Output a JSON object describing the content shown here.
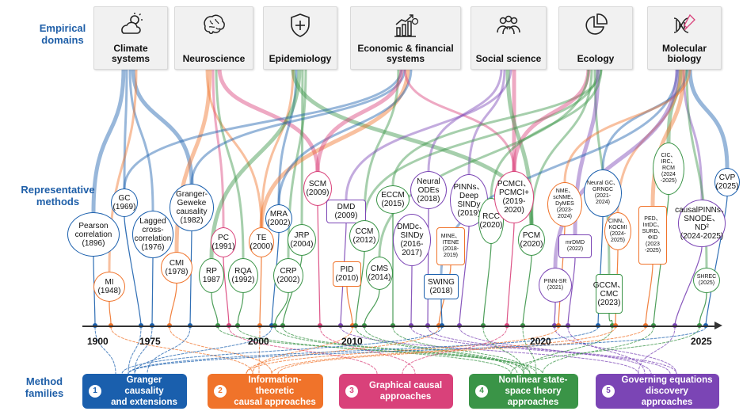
{
  "row_labels": {
    "domains": "Empirical\ndomains",
    "methods": "Representative\nmethods",
    "families": "Method\nfamilies"
  },
  "domains": [
    {
      "label": "Climate\nsystems",
      "icon": "cloud-sun-icon"
    },
    {
      "label": "Neuroscience",
      "icon": "brain-icon"
    },
    {
      "label": "Epidemiology",
      "icon": "shield-plus-icon"
    },
    {
      "label": "Economic & financial\nsystems",
      "icon": "bar-chart-growth-icon"
    },
    {
      "label": "Social science",
      "icon": "people-group-icon"
    },
    {
      "label": "Ecology",
      "icon": "pie-chart-icon"
    },
    {
      "label": "Molecular\nbiology",
      "icon": "dna-icon"
    }
  ],
  "timeline": {
    "ticks": [
      "1900",
      "1975",
      "2000",
      "2010",
      "2020",
      "2025"
    ]
  },
  "families": [
    {
      "num": "1",
      "label": "Granger causality\nand extensions",
      "color": "#1a5fad"
    },
    {
      "num": "2",
      "label": "Information-theoretic\ncausal approaches",
      "color": "#f0732a"
    },
    {
      "num": "3",
      "label": "Graphical causal\napproaches",
      "color": "#d9417a"
    },
    {
      "num": "4",
      "label": "Nonlinear state-\nspace theory\napproaches",
      "color": "#3a9447"
    },
    {
      "num": "5",
      "label": "Governing equations\ndiscovery approaches",
      "color": "#7b45b5"
    }
  ],
  "methods": [
    {
      "label": "Pearson\ncorrelation\n(1896)",
      "family": 1
    },
    {
      "label": "MI\n(1948)",
      "family": 2
    },
    {
      "label": "GC\n(1969)",
      "family": 1
    },
    {
      "label": "Lagged\ncross-\ncorrelation\n(1976)",
      "family": 1
    },
    {
      "label": "CMI\n(1978)",
      "family": 2
    },
    {
      "label": "Granger-\nGeweke\ncausality\n(1982)",
      "family": 1
    },
    {
      "label": "RP\n1987",
      "family": 4
    },
    {
      "label": "PC\n(1991)",
      "family": 3
    },
    {
      "label": "RQA\n(1992)",
      "family": 4
    },
    {
      "label": "TE\n(2000)",
      "family": 2
    },
    {
      "label": "MRA\n(2002)",
      "family": 1
    },
    {
      "label": "CRP\n(2002)",
      "family": 4
    },
    {
      "label": "JRP\n(2004)",
      "family": 4
    },
    {
      "label": "SCM\n(2009)",
      "family": 3
    },
    {
      "label": "DMD\n(2009)",
      "family": 5
    },
    {
      "label": "PID\n(2010)",
      "family": 2
    },
    {
      "label": "CCM\n(2012)",
      "family": 4
    },
    {
      "label": "CMS\n(2014)",
      "family": 4
    },
    {
      "label": "ECCM\n(2015)",
      "family": 4
    },
    {
      "label": "DMDc、\nSINDy\n(2016-\n2017)",
      "family": 5
    },
    {
      "label": "Neural\nODEs\n(2018)",
      "family": 5
    },
    {
      "label": "MINE、\nITENE\n(2018-\n2019)",
      "family": 2
    },
    {
      "label": "SWING\n(2018)",
      "family": 1
    },
    {
      "label": "PINNs、\nDeep\nSINDy\n(2019)",
      "family": 5
    },
    {
      "label": "RCC\n(2020)",
      "family": 4
    },
    {
      "label": "PCMCI、\nPCMCI+\n(2019-\n2020)",
      "family": 3
    },
    {
      "label": "PCM\n(2020)",
      "family": 4
    },
    {
      "label": "PINN-SR\n(2021)",
      "family": 5
    },
    {
      "label": "NME、\nscNME、\nDyMES\n(2023-\n2024)",
      "family": 2
    },
    {
      "label": "mrDMD\n(2022)",
      "family": 5
    },
    {
      "label": "Neural GC、\nGRNGC\n(2021-\n2024)",
      "family": 1
    },
    {
      "label": "GCCM、\nCMC\n(2023)",
      "family": 4
    },
    {
      "label": "CINN、\nKOCMI\n(2024-\n2025)",
      "family": 2
    },
    {
      "label": "PED、\nIntDC、\nSURD、\nΦID\n(2023\n-2025)",
      "family": 2
    },
    {
      "label": "CIC、\nIRC、\nRCM\n(2024\n-2025)",
      "family": 4
    },
    {
      "label": "causalPINNs、\nSNODE、\nND²\n(2024-2025)",
      "family": 5
    },
    {
      "label": "SHREC\n(2025)",
      "family": 4
    },
    {
      "label": "CVP\n(2025)",
      "family": 1
    }
  ]
}
